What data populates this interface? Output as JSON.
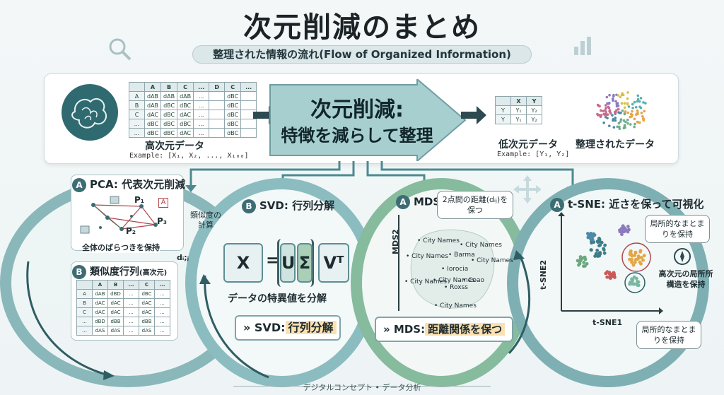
{
  "title": "次元削減のまとめ",
  "subtitle": "整理された情報の流れ(Flow of Organized Information)",
  "banner": {
    "high_dim_label": "高次元データ",
    "high_dim_example": "Example: [X₁, X₂, ..., X₁₀₀]",
    "high_table": [
      [
        "",
        "A",
        "B",
        "C",
        "...",
        "D",
        "C",
        "..."
      ],
      [
        "A",
        "dAB",
        "dAB",
        "dAB",
        "...",
        "",
        "dBC",
        ""
      ],
      [
        "B",
        "dAB",
        "dBC",
        "dBC",
        "...",
        "",
        "dBC",
        ""
      ],
      [
        "C",
        "dAC",
        "dBC",
        "dAC",
        "...",
        "",
        "dBC",
        ""
      ],
      [
        "...",
        "dBC",
        "dBC",
        "dBC",
        "...",
        "",
        "dBC",
        ""
      ],
      [
        "...",
        "dBC",
        "dBC",
        "dAC",
        "...",
        "",
        "dBC",
        ""
      ]
    ],
    "center_line1": "次元削減:",
    "center_line2": "特徴を減らして整理",
    "low_dim_label": "低次元データ",
    "low_dim_example": "Example: [Y₁, Y₂]",
    "low_table": [
      [
        "",
        "X",
        "Y"
      ],
      [
        "Y",
        "Y₁",
        "Y₂"
      ],
      [
        "Y",
        "Y₁",
        "Y₂"
      ]
    ],
    "organized_label": "整理されたデータ"
  },
  "pca": {
    "badge": "A",
    "title": "PCA: 代表次元削減",
    "p1": "P₁",
    "p2": "P₂",
    "p3": "P₃",
    "a_tag": "A",
    "caption": "全体のばらつきを保持",
    "side_note": "類似度の計算",
    "dij": "dᵢ;ⱼ"
  },
  "similarity": {
    "badge": "B",
    "title": "類似度行列",
    "title_sub": "(高次元)",
    "table": [
      [
        "",
        "A",
        "B",
        "...",
        "C",
        "..."
      ],
      [
        "A",
        "dAB",
        "dBD",
        "...",
        "dBC",
        "..."
      ],
      [
        "B",
        "dAC",
        "dAC",
        "...",
        "dAC",
        "..."
      ],
      [
        "C",
        "dAC",
        "dAC",
        "...",
        "dAC",
        "..."
      ],
      [
        "...",
        "dBD",
        "dBB",
        "...",
        "dBB",
        "..."
      ],
      [
        "...",
        "dAS",
        "dAS",
        "...",
        "dAS",
        "..."
      ]
    ]
  },
  "svd": {
    "badge": "B",
    "title": "SVD: 行列分解",
    "m_x": "X",
    "m_eq": "=",
    "m_u": "U",
    "m_s": "Σ",
    "m_vt": "Vᵀ",
    "caption": "データの特異値を分解",
    "pill_prefix": "» SVD:",
    "pill_highlight": "行列分解"
  },
  "mds": {
    "badge": "A",
    "title": "MDS",
    "callout": "2点間の距離(dᵢⱼ)を保つ",
    "ylabel": "MDS2",
    "cities": [
      "City Names",
      "City Names",
      "Barma",
      "City Names",
      "City Names",
      "City Names",
      "Iorocia",
      "City Names",
      "Coao",
      "Roxss",
      "City Names"
    ],
    "pill_prefix": "» MDS:",
    "pill_highlight": "距離関係を保つ"
  },
  "tsne": {
    "badge": "A",
    "title": "t-SNE: 近さを保って可視化",
    "ylabel": "t-SNE2",
    "xlabel": "t-SNE1",
    "callout_top": "局所的なまとまりを保持",
    "callout_right": "高次元の局所所構造を保持",
    "callout_bottom": "局所的なまとまりを保持"
  },
  "footer": "デジタルコンセプト • データ分析",
  "colors": {
    "teal": "#3d6d74",
    "light_teal": "#9cc6c8",
    "green": "#6fae8a",
    "orange": "#f2b45a"
  }
}
